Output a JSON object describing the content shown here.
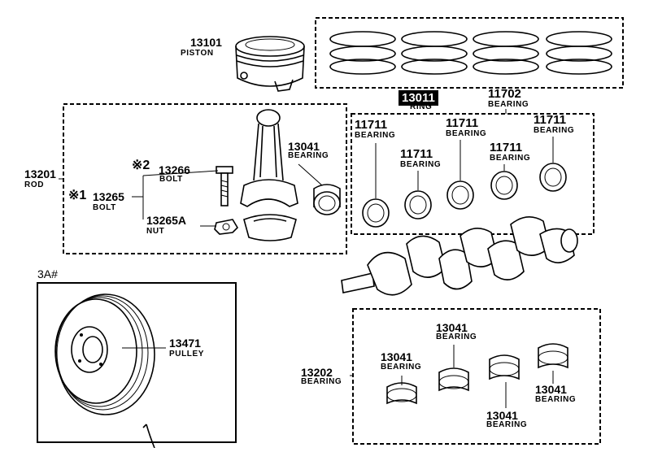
{
  "parts": {
    "piston": {
      "number": "13101",
      "name": "PISTON"
    },
    "ring": {
      "number": "13011",
      "name": "RING"
    },
    "bearing_set": {
      "number": "11702",
      "name": "BEARING"
    },
    "rod": {
      "number": "13201",
      "name": "ROD"
    },
    "bolt_13266": {
      "mark": "※2",
      "number": "13266",
      "name": "BOLT"
    },
    "bolt_13265": {
      "mark": "※1",
      "number": "13265",
      "name": "BOLT"
    },
    "nut": {
      "number": "13265A",
      "name": "NUT"
    },
    "rod_bearing": {
      "number": "13041",
      "name": "BEARING"
    },
    "main_bearing_1": {
      "number": "11711",
      "name": "BEARING"
    },
    "main_bearing_2": {
      "number": "11711",
      "name": "BEARING"
    },
    "main_bearing_3": {
      "number": "11711",
      "name": "BEARING"
    },
    "main_bearing_4": {
      "number": "11711",
      "name": "BEARING"
    },
    "main_bearing_5": {
      "number": "11711",
      "name": "BEARING"
    },
    "engine_code": "3A#",
    "pulley": {
      "number": "13471",
      "name": "PULLEY"
    },
    "bearing_set_2": {
      "number": "13202",
      "name": "BEARING"
    },
    "b_13041_a": {
      "number": "13041",
      "name": "BEARING"
    },
    "b_13041_b": {
      "number": "13041",
      "name": "BEARING"
    },
    "b_13041_c": {
      "number": "13041",
      "name": "BEARING"
    },
    "b_13041_d": {
      "number": "13041",
      "name": "BEARING"
    }
  }
}
